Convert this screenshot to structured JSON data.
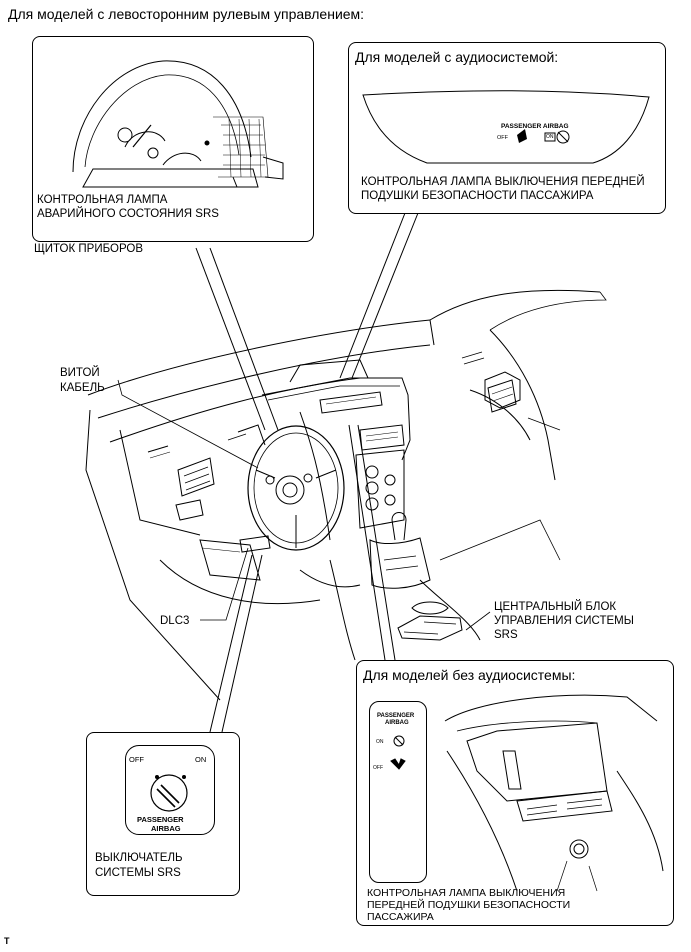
{
  "page": {
    "title": "Для моделей с левосторонним рулевым управлением:",
    "footer_mark": "T"
  },
  "inset_cluster": {
    "label_warning": [
      "КОНТРОЛЬНАЯ ЛАМПА",
      "АВАРИЙНОГО СОСТОЯНИЯ SRS"
    ],
    "label_cluster": "ЩИТОК ПРИБОРОВ"
  },
  "inset_audio": {
    "title": "Для моделей с аудиосистемой:",
    "panel_text": "PASSENGER AIRBAG",
    "off_text": "OFF",
    "on_text": "ON",
    "label": [
      "КОНТРОЛЬНАЯ ЛАМПА ВЫКЛЮЧЕНИЯ ПЕРЕДНЕЙ",
      "ПОДУШКИ БЕЗОПАСНОСТИ ПАССАЖИРА"
    ]
  },
  "main": {
    "label_spiral": [
      "ВИТОЙ",
      "КАБЕЛЬ"
    ],
    "label_dlc3": "DLC3",
    "label_center_unit": [
      "ЦЕНТРАЛЬНЫЙ БЛОК",
      "УПРАВЛЕНИЯ СИСТЕМЫ",
      "SRS"
    ]
  },
  "inset_switch": {
    "off_text": "OFF",
    "on_text": "ON",
    "switch_text": [
      "PASSENGER",
      "AIRBAG"
    ],
    "label": [
      "ВЫКЛЮЧАТЕЛЬ",
      "СИСТЕМЫ SRS"
    ]
  },
  "inset_no_audio": {
    "title": "Для моделей без аудиосистемы:",
    "panel_text": [
      "PASSENGER",
      "AIRBAG"
    ],
    "off_text": "OFF",
    "on_text": "ON",
    "label": [
      "КОНТРОЛЬНАЯ ЛАМПА ВЫКЛЮЧЕНИЯ",
      "ПЕРЕДНЕЙ ПОДУШКИ БЕЗОПАСНОСТИ",
      "ПАССАЖИРА"
    ]
  }
}
